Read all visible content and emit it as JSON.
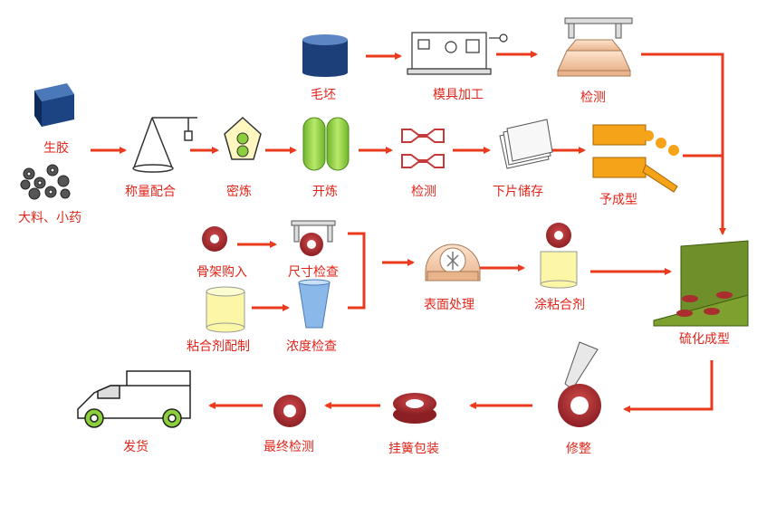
{
  "colors": {
    "arrow": "#ea3a1e",
    "label": "#e0261b"
  },
  "labels": {
    "raw_rubber": "生胶",
    "additives": "大料、小药",
    "weighing": "称量配合",
    "mixing": "密炼",
    "milling": "开炼",
    "inspect_1": "检测",
    "sheet_storage": "下片储存",
    "preforming": "予成型",
    "blank": "毛坯",
    "mold_machining": "模具加工",
    "inspect_2": "检测",
    "frame_purchase": "骨架购入",
    "size_check": "尺寸检查",
    "adhesive_prep": "粘合剂配制",
    "concentration_check": "浓度检查",
    "surface_treatment": "表面处理",
    "adhesive_coating": "涂粘合剂",
    "vulcanization": "硫化成型",
    "trimming": "修整",
    "spring_packing": "挂簧包装",
    "final_inspection": "最终检测",
    "shipping": "发货"
  }
}
